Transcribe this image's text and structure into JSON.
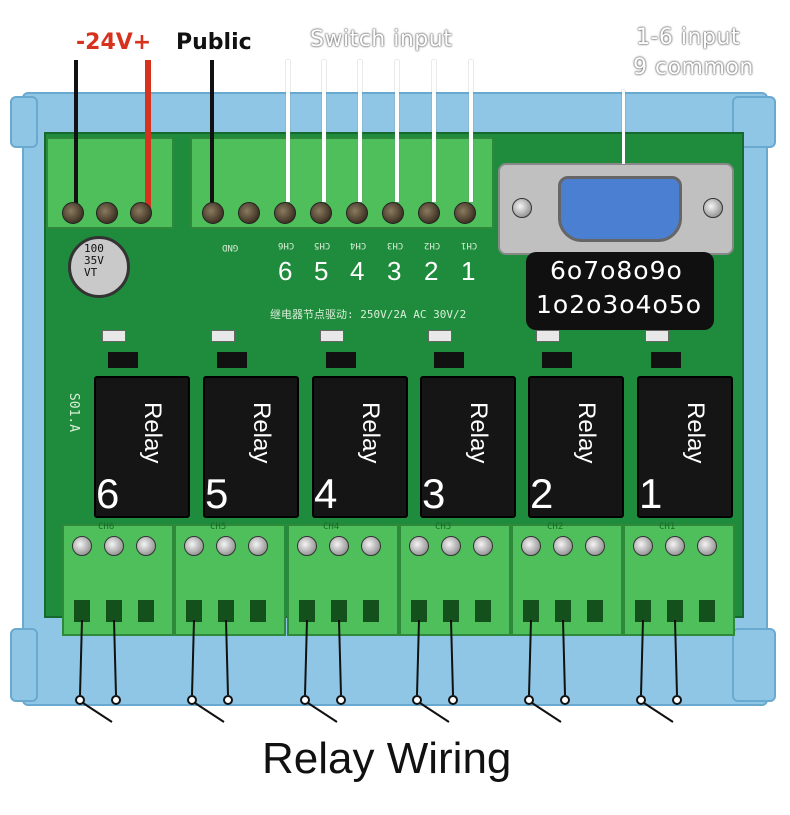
{
  "labels": {
    "neg24": "-24V+",
    "public": "Public",
    "switch_input": "Switch input",
    "db9_line1": "1-6 input",
    "db9_line2": "9 common",
    "title": "Relay Wiring"
  },
  "input_numbers": [
    "6",
    "5",
    "4",
    "3",
    "2",
    "1"
  ],
  "relay_numbers": [
    "6",
    "5",
    "4",
    "3",
    "2",
    "1"
  ],
  "relay_text": "Relay",
  "db9_pins": {
    "row1": "6o7o8o9o",
    "row2": "1o2o3o4o5o"
  },
  "silkscreen": {
    "board_id": "S01.A",
    "rating": "继电器节点驱动: 250V/2A AC 30V/2",
    "gnd": "GND",
    "ch_top": [
      "CH6",
      "CH5",
      "CH4",
      "CH3",
      "CH2",
      "CH1"
    ],
    "ch_bottom": [
      "CH6",
      "CH5",
      "CH4",
      "CH3",
      "CH2",
      "CH1"
    ],
    "cap": [
      "100",
      "35V",
      "VT"
    ]
  },
  "colors": {
    "wire_negative": "#111111",
    "wire_positive": "#d6321e",
    "wire_input": "#ffffff",
    "neg_label": "#d6321e",
    "pcb": "#1f8b3c",
    "terminal": "#4fbf5c",
    "rail": "#8fc6e6"
  }
}
